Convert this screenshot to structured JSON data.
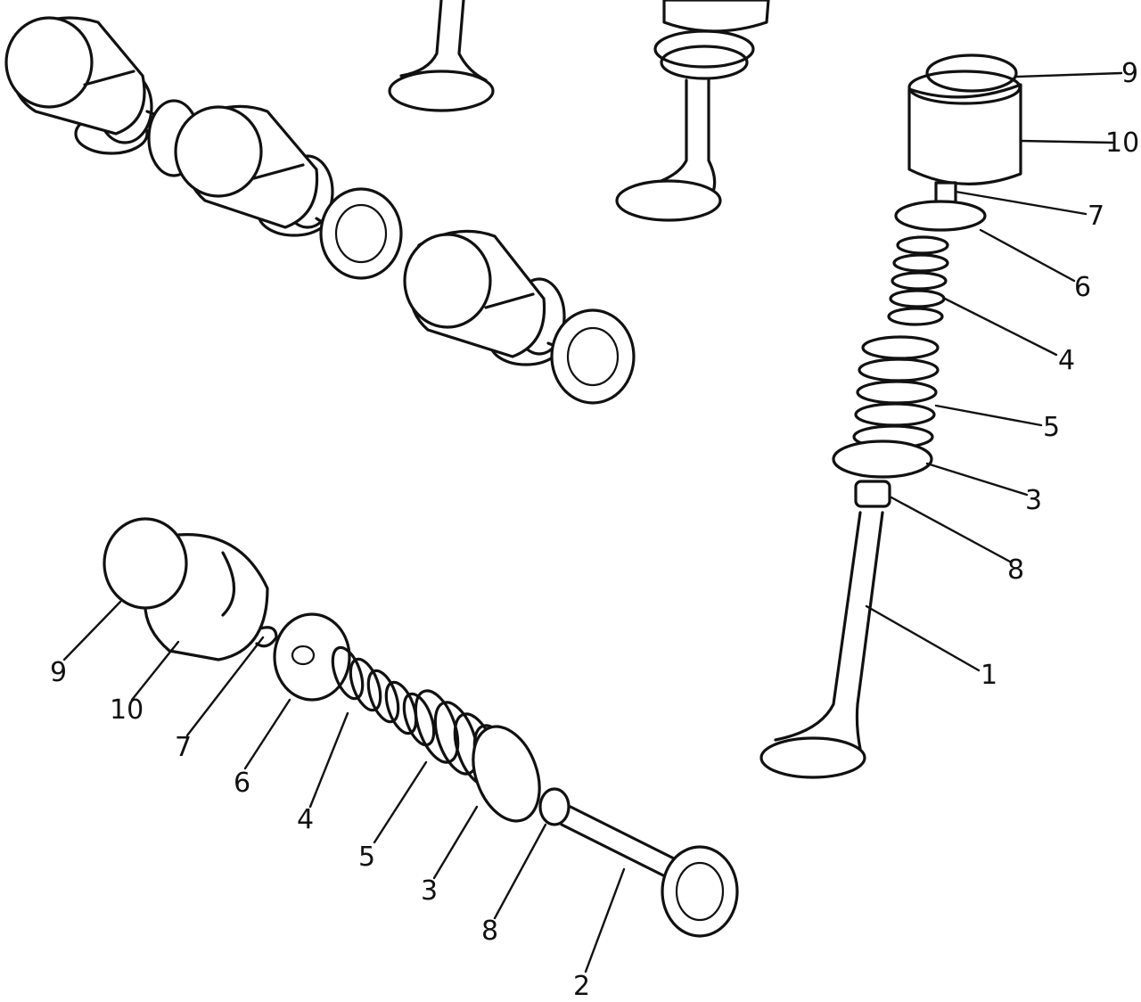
{
  "right_assembly": {
    "labels": [
      "9",
      "10",
      "7",
      "6",
      "4",
      "5",
      "3",
      "8",
      "1"
    ]
  },
  "left_assembly": {
    "labels": [
      "9",
      "10",
      "7",
      "6",
      "4",
      "5",
      "3",
      "8",
      "2"
    ]
  }
}
